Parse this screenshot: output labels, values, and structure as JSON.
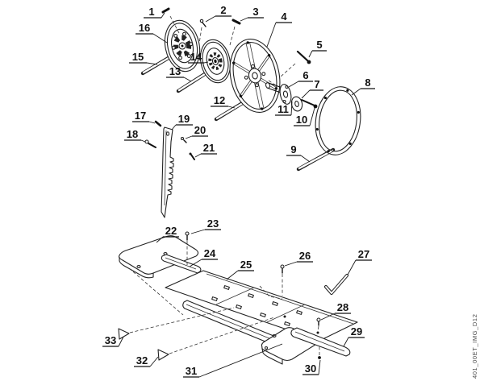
{
  "figure": {
    "drawing_number": "401_00ET_IMG_D12",
    "background": "#ffffff",
    "ink": "#1a1a1a"
  },
  "callouts": [
    {
      "n": "1"
    },
    {
      "n": "2"
    },
    {
      "n": "3"
    },
    {
      "n": "4"
    },
    {
      "n": "5"
    },
    {
      "n": "6"
    },
    {
      "n": "7"
    },
    {
      "n": "8"
    },
    {
      "n": "9"
    },
    {
      "n": "10"
    },
    {
      "n": "11"
    },
    {
      "n": "12"
    },
    {
      "n": "13"
    },
    {
      "n": "14"
    },
    {
      "n": "15"
    },
    {
      "n": "16"
    },
    {
      "n": "17"
    },
    {
      "n": "18"
    },
    {
      "n": "19"
    },
    {
      "n": "20"
    },
    {
      "n": "21"
    },
    {
      "n": "22"
    },
    {
      "n": "23"
    },
    {
      "n": "24"
    },
    {
      "n": "25"
    },
    {
      "n": "26"
    },
    {
      "n": "27"
    },
    {
      "n": "28"
    },
    {
      "n": "29"
    },
    {
      "n": "30"
    },
    {
      "n": "31"
    },
    {
      "n": "32"
    },
    {
      "n": "33"
    }
  ]
}
